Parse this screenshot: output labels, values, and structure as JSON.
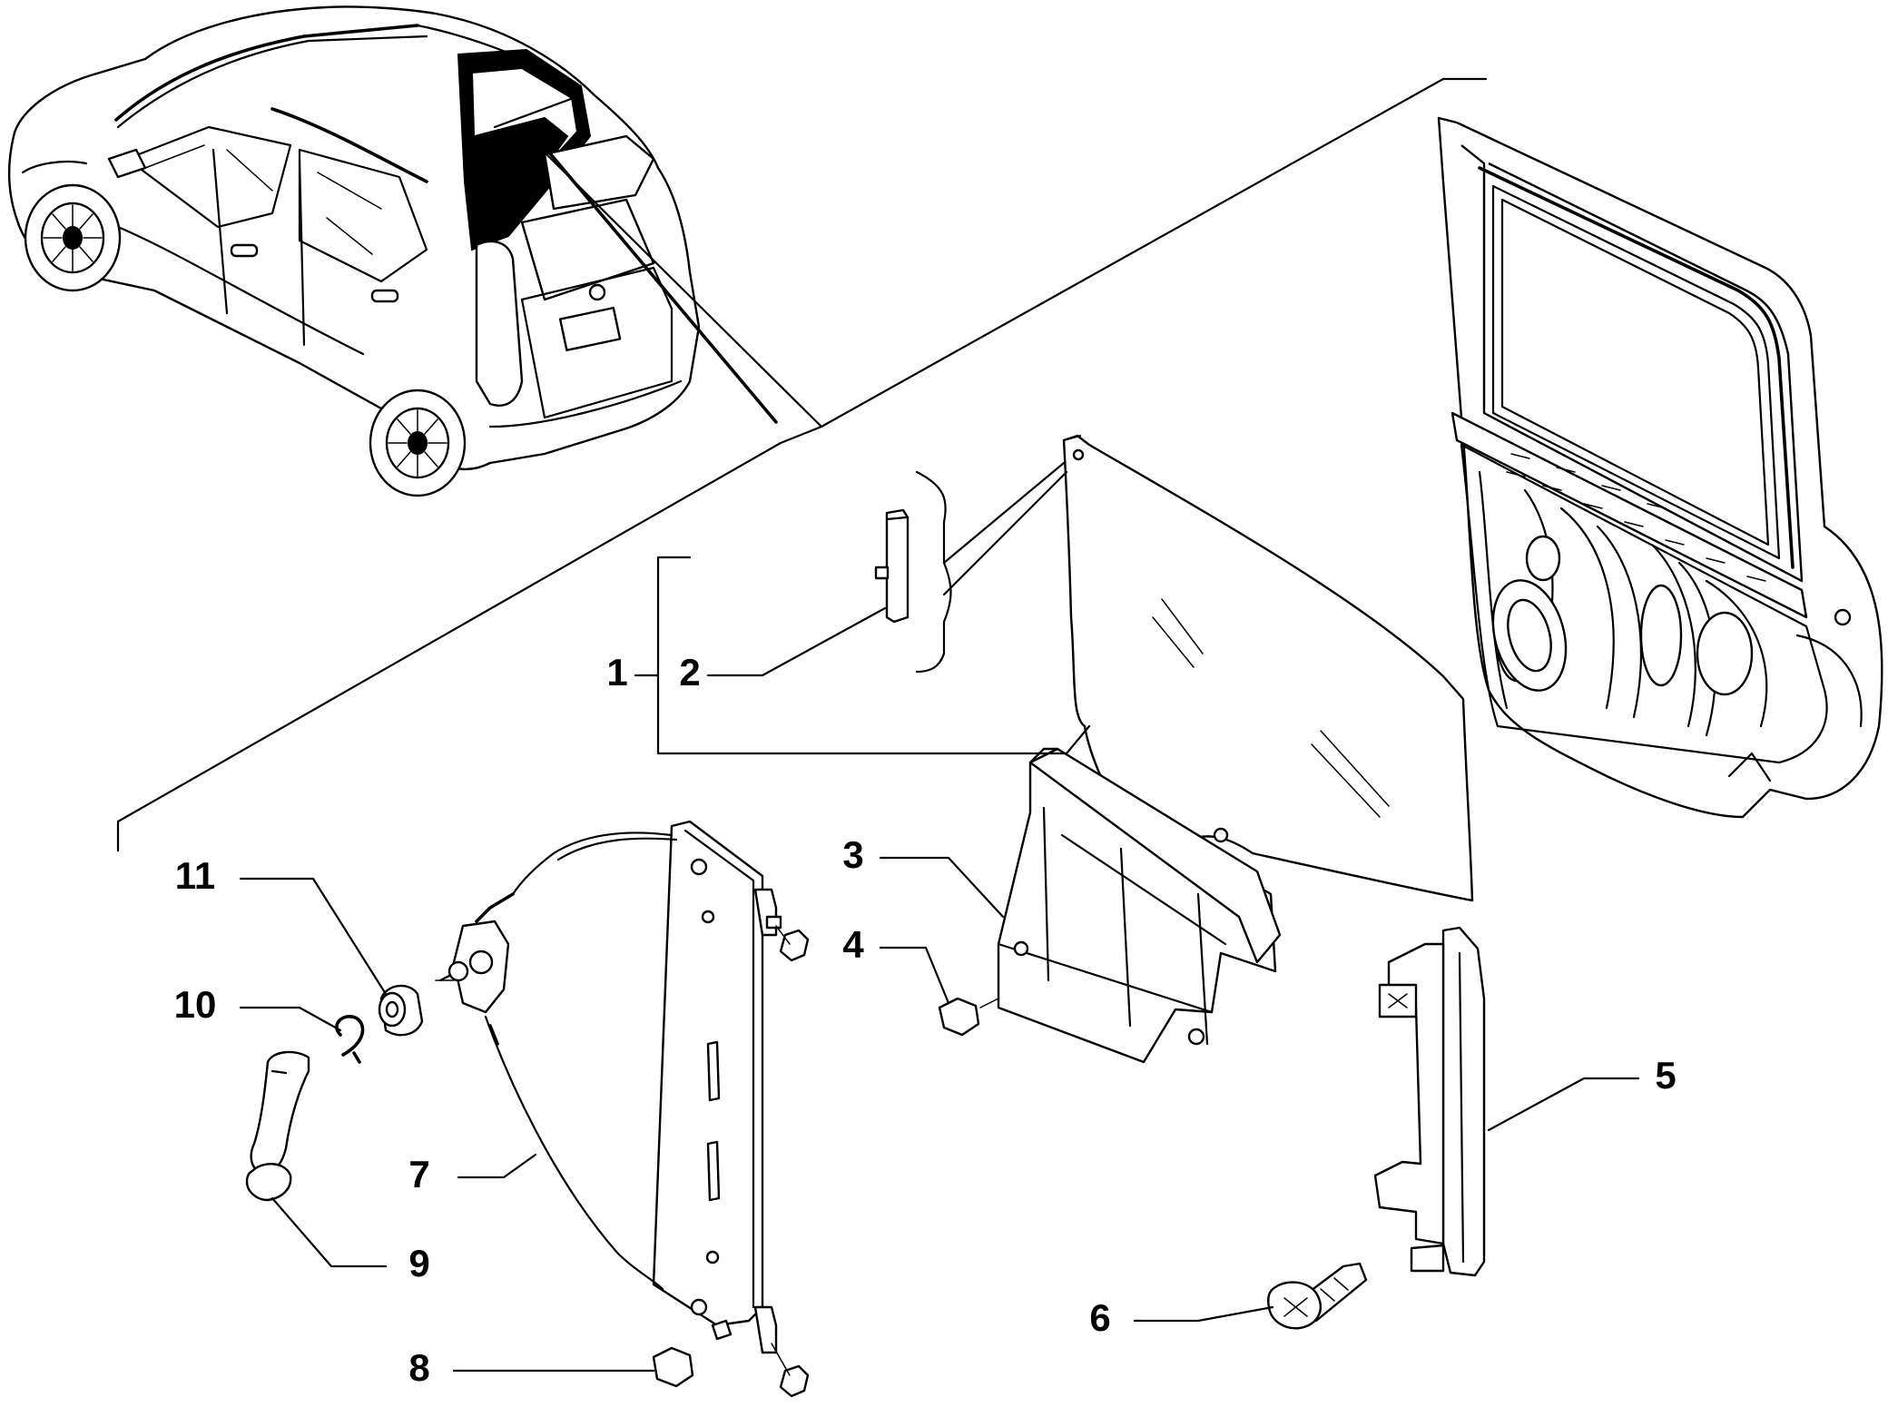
{
  "diagram": {
    "part_labels": [
      {
        "id": "1",
        "text": "1"
      },
      {
        "id": "2",
        "text": "2"
      },
      {
        "id": "3",
        "text": "3"
      },
      {
        "id": "4",
        "text": "4"
      },
      {
        "id": "5",
        "text": "5"
      },
      {
        "id": "6",
        "text": "6"
      },
      {
        "id": "7",
        "text": "7"
      },
      {
        "id": "8",
        "text": "8"
      },
      {
        "id": "9",
        "text": "9"
      },
      {
        "id": "10",
        "text": "10"
      },
      {
        "id": "11",
        "text": "11"
      }
    ]
  }
}
